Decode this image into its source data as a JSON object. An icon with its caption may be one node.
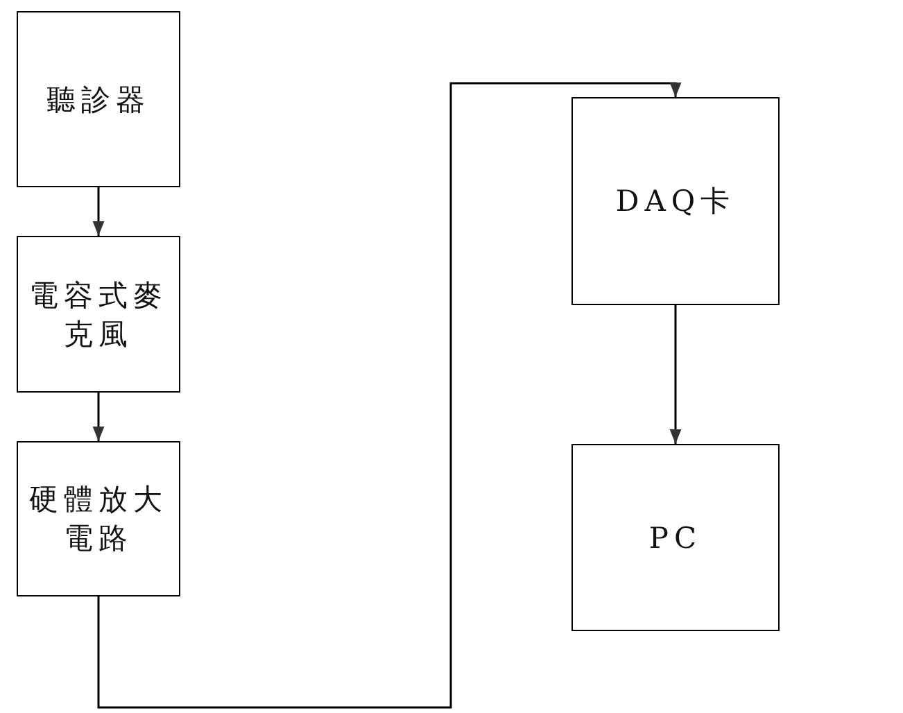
{
  "diagram": {
    "nodes": [
      {
        "text": [
          "聽診器"
        ]
      },
      {
        "text": [
          "電容式麥克風"
        ]
      },
      {
        "text": [
          "硬體放大電路"
        ]
      },
      {
        "text": [
          "DAQ卡"
        ]
      },
      {
        "text": [
          "PC"
        ]
      }
    ],
    "edges": [
      {
        "from": 0,
        "to": 1,
        "arrow": "to"
      },
      {
        "from": 1,
        "to": 2,
        "arrow": "to"
      },
      {
        "from": 2,
        "to": 3,
        "arrow": "to"
      },
      {
        "from": 3,
        "to": 4,
        "arrow": "to"
      }
    ]
  }
}
